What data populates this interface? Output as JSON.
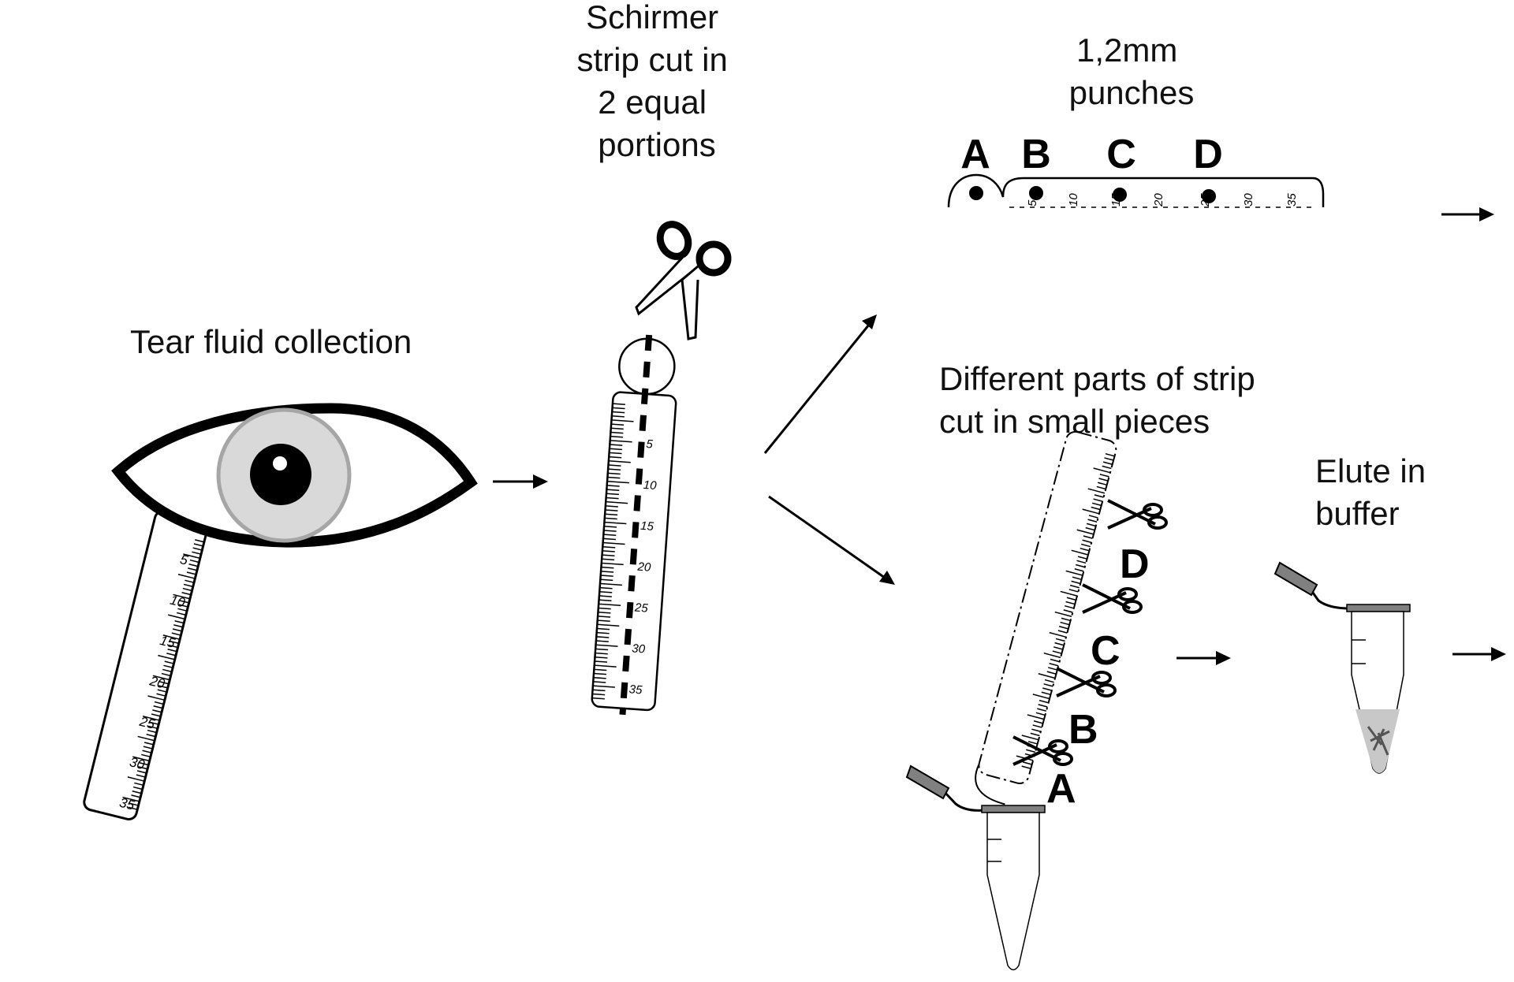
{
  "labels": {
    "tear_collection": "Tear fluid collection",
    "schirmer_cut": [
      "Schirmer",
      "strip cut in",
      "2 equal",
      "portions"
    ],
    "punches": [
      "1,2mm",
      "punches"
    ],
    "different_parts": [
      "Different parts of strip",
      "cut in small pieces"
    ],
    "elute": [
      "Elute in",
      "buffer"
    ]
  },
  "punch_letters": [
    "A",
    "B",
    "C",
    "D"
  ],
  "cut_letters": [
    "A",
    "B",
    "C",
    "D"
  ],
  "strip_ticks": [
    "5",
    "10",
    "15",
    "20",
    "25",
    "30",
    "35"
  ],
  "colors": {
    "line": "#000000",
    "iris": "#d9d9d9",
    "iris_ring": "#a6a6a6",
    "cap": "#808080",
    "buffer": "#c8c8c8"
  }
}
